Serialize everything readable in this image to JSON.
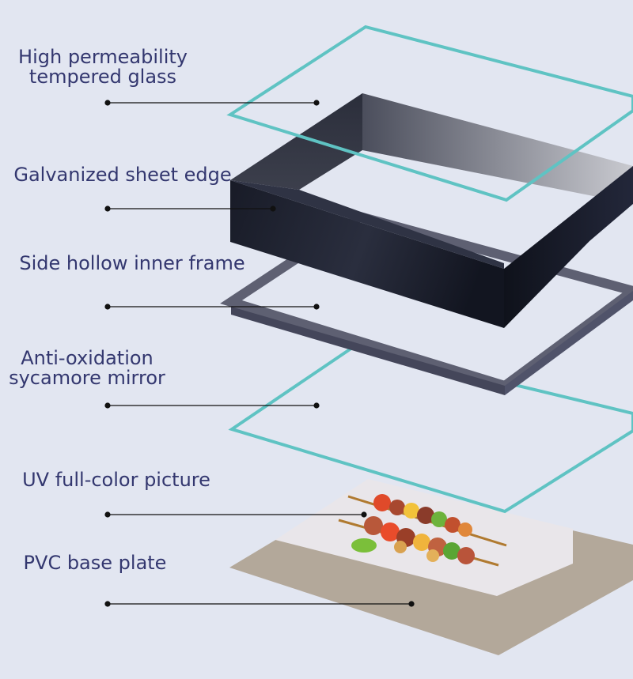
{
  "layers": [
    {
      "id": "glass",
      "lines": [
        "High permeability",
        "tempered glass"
      ]
    },
    {
      "id": "sheet-edge",
      "lines": [
        "Galvanized sheet edge"
      ]
    },
    {
      "id": "inner-frame",
      "lines": [
        "Side hollow inner frame"
      ]
    },
    {
      "id": "mirror",
      "lines": [
        "Anti-oxidation",
        "sycamore mirror"
      ]
    },
    {
      "id": "picture",
      "lines": [
        "UV full-color picture"
      ]
    },
    {
      "id": "base",
      "lines": [
        "PVC base plate"
      ]
    }
  ],
  "colors": {
    "background": "#e2e6f1",
    "label_text": "#33376f",
    "glass_outline": "#5fc3c3",
    "frame_dark": "#1a1d2a",
    "inner_frame": "#5e6072",
    "base_plate": "#b3a89a",
    "picture_panel": "#e9e6ea",
    "leader_line": "#111111"
  }
}
